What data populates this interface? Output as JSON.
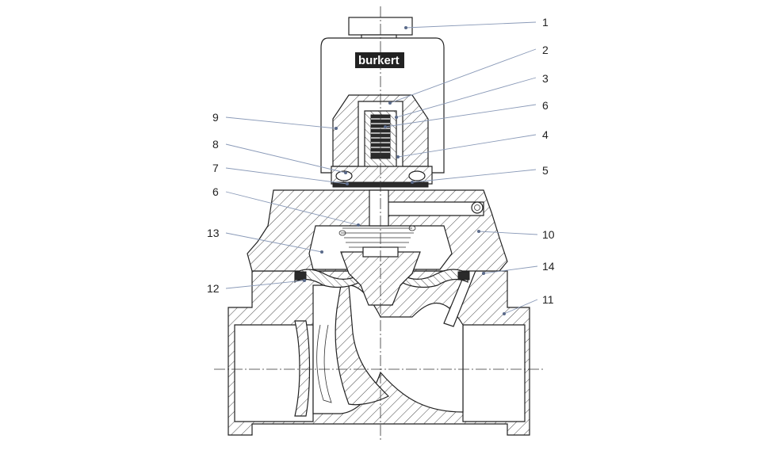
{
  "diagram": {
    "logo_text": "burkert",
    "callouts": [
      {
        "id": "c1",
        "label": "1"
      },
      {
        "id": "c2",
        "label": "2"
      },
      {
        "id": "c3",
        "label": "3"
      },
      {
        "id": "c6a",
        "label": "6"
      },
      {
        "id": "c4",
        "label": "4"
      },
      {
        "id": "c5",
        "label": "5"
      },
      {
        "id": "c9",
        "label": "9"
      },
      {
        "id": "c8",
        "label": "8"
      },
      {
        "id": "c7",
        "label": "7"
      },
      {
        "id": "c6b",
        "label": "6"
      },
      {
        "id": "c13",
        "label": "13"
      },
      {
        "id": "c12",
        "label": "12"
      },
      {
        "id": "c10",
        "label": "10"
      },
      {
        "id": "c14",
        "label": "14"
      },
      {
        "id": "c11",
        "label": "11"
      }
    ]
  }
}
